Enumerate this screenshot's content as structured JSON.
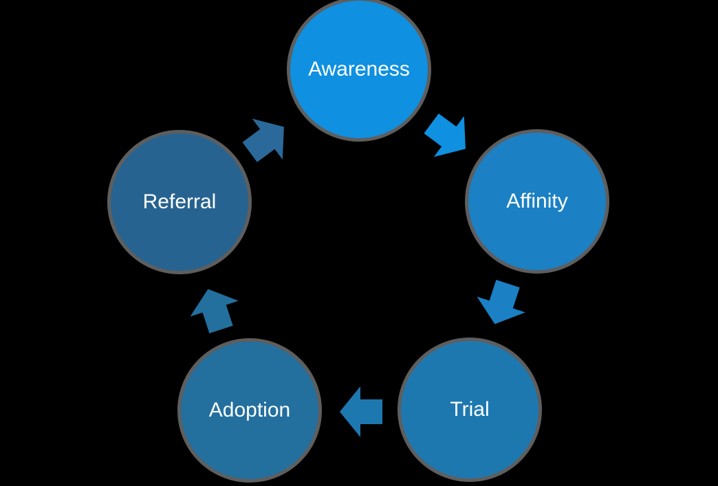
{
  "canvas": {
    "background": "#000000"
  },
  "diagram": {
    "type": "cycle",
    "direction": "clockwise",
    "border_color": "#5e5e5e",
    "text_color": "#ffffff",
    "stages": [
      {
        "id": "awareness",
        "label": "Awareness",
        "color": "#0f90e0",
        "position": "top"
      },
      {
        "id": "affinity",
        "label": "Affinity",
        "color": "#1b80c4",
        "position": "right"
      },
      {
        "id": "trial",
        "label": "Trial",
        "color": "#1e78b0",
        "position": "bottom-right"
      },
      {
        "id": "adoption",
        "label": "Adoption",
        "color": "#236f9e",
        "position": "bottom-left"
      },
      {
        "id": "referral",
        "label": "Referral",
        "color": "#276390",
        "position": "left"
      }
    ],
    "arrows": [
      {
        "id": "awareness-to-affinity",
        "from": "Awareness",
        "to": "Affinity",
        "color": "#0f90e0"
      },
      {
        "id": "affinity-to-trial",
        "from": "Affinity",
        "to": "Trial",
        "color": "#1b80c4"
      },
      {
        "id": "trial-to-adoption",
        "from": "Trial",
        "to": "Adoption",
        "color": "#1e78b0"
      },
      {
        "id": "adoption-to-referral",
        "from": "Adoption",
        "to": "Referral",
        "color": "#236f9e"
      },
      {
        "id": "referral-to-awareness",
        "from": "Referral",
        "to": "Awareness",
        "color": "#2a699a"
      }
    ]
  }
}
